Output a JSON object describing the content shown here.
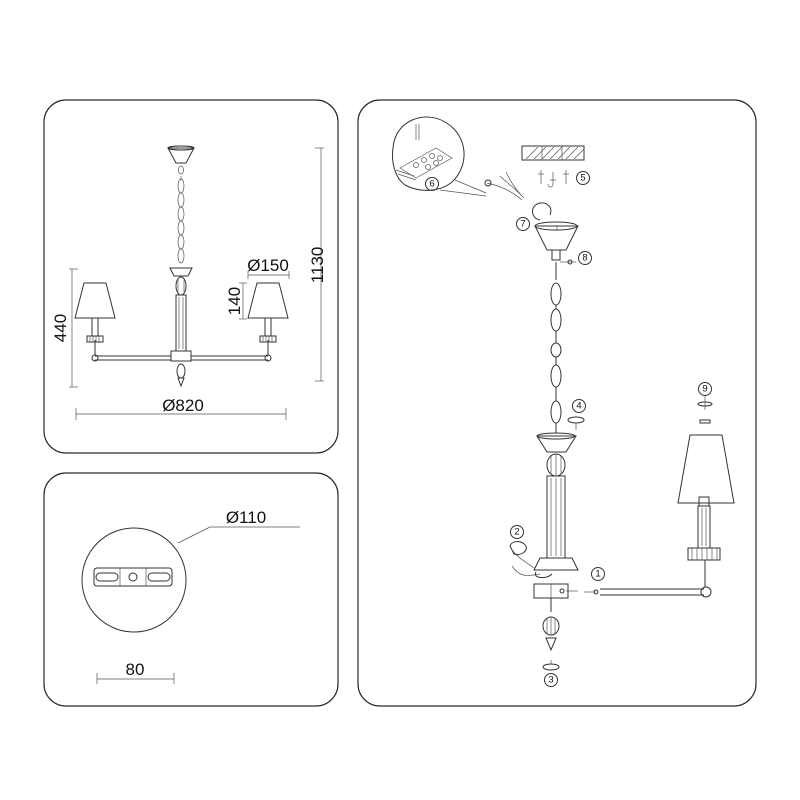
{
  "dimensions": {
    "total_height": "1130",
    "body_height": "440",
    "diameter": "Ø820",
    "shade_diameter": "Ø150",
    "shade_height": "140",
    "canopy_diameter": "Ø110",
    "canopy_mount": "80"
  },
  "steps": [
    "1",
    "2",
    "3",
    "4",
    "5",
    "6",
    "7",
    "8",
    "9"
  ]
}
